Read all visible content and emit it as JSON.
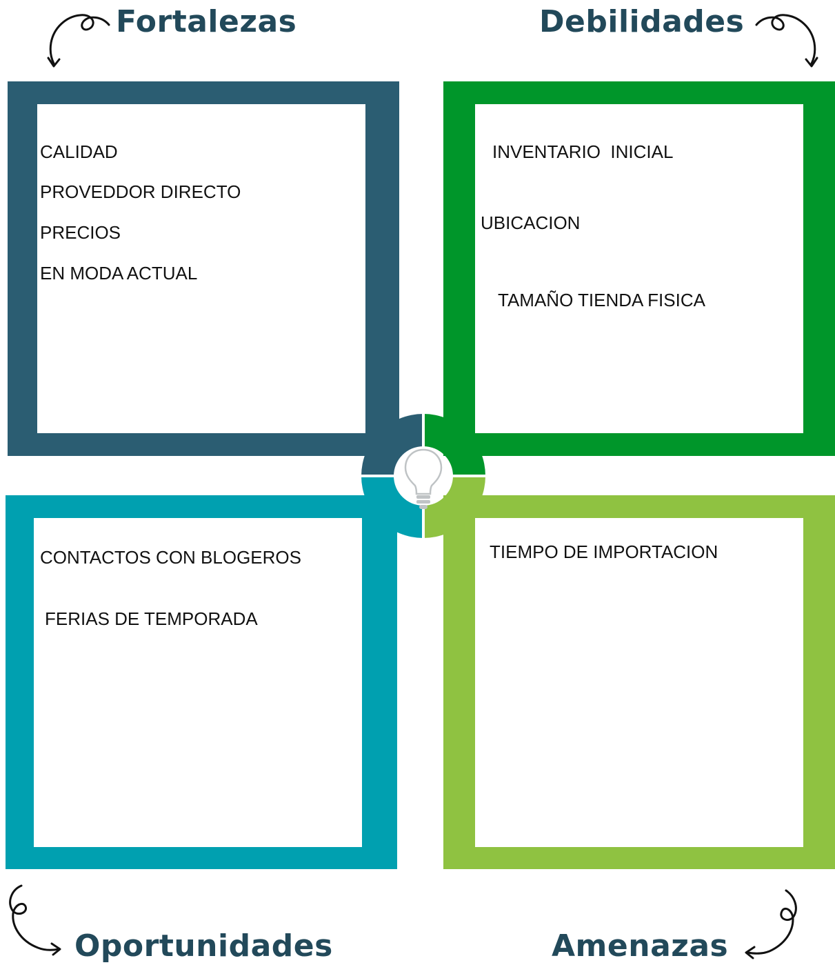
{
  "colors": {
    "fortalezas": "#2b5d72",
    "debilidades": "#00962a",
    "oportunidades": "#00a0b0",
    "amenazas": "#8fc241",
    "heading": "#22495a"
  },
  "quadrants": {
    "fortalezas": {
      "title": "Fortalezas",
      "items": [
        "CALIDAD",
        "PROVEDDOR DIRECTO",
        "PRECIOS",
        "EN MODA ACTUAL"
      ]
    },
    "debilidades": {
      "title": "Debilidades",
      "items": [
        "INVENTARIO  INICIAL",
        "UBICACION",
        "TAMAÑO TIENDA FISICA"
      ]
    },
    "oportunidades": {
      "title": "Oportunidades",
      "items": [
        "CONTACTOS CON BLOGEROS",
        "FERIAS DE TEMPORADA"
      ]
    },
    "amenazas": {
      "title": "Amenazas",
      "items": [
        "TIEMPO DE IMPORTACION"
      ]
    }
  },
  "icons": {
    "center": "lightbulb-icon",
    "arrows": "curly-arrow-icon"
  }
}
